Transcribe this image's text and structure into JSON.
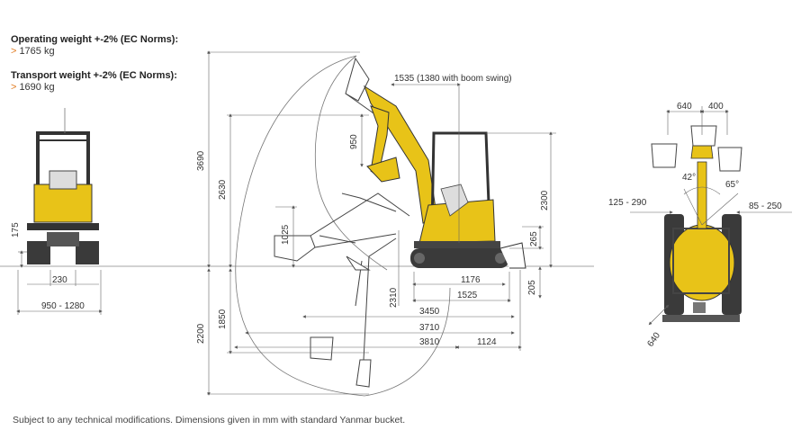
{
  "specs": {
    "operating_label": "Operating weight +-2% (EC Norms):",
    "operating_value": "1765 kg",
    "transport_label": "Transport weight +-2% (EC Norms):",
    "transport_value": "1690 kg",
    "value_marker": ">"
  },
  "dimensions": {
    "front_height": "175",
    "front_track": "230",
    "front_width": "950 - 1280",
    "overall_height": "3690",
    "dump_height": "2630",
    "dig_depth": "2200",
    "vertical_wall": "1850",
    "arm_length": "950",
    "boom_offset": "1535 (1380 with boom swing)",
    "blade_height": "1025",
    "cab_height": "2300",
    "counterweight_height": "265",
    "ground_clearance": "205",
    "track_length": "1176",
    "tumbler_distance": "1525",
    "min_swing": "2310",
    "length_3450": "3450",
    "length_3710": "3710",
    "reach": "3810",
    "tail_swing": "1124",
    "offset_left": "640",
    "offset_right": "400",
    "swing_left": "125 - 290",
    "swing_right": "85 - 250",
    "angle_left": "42°",
    "angle_right": "65°",
    "min_turning": "640"
  },
  "colors": {
    "machine": "#e8c318",
    "dark": "#3a3a3a",
    "accent": "#e07a1f"
  },
  "footer_note": "Subject to any technical modifications. Dimensions given in mm with standard Yanmar bucket."
}
